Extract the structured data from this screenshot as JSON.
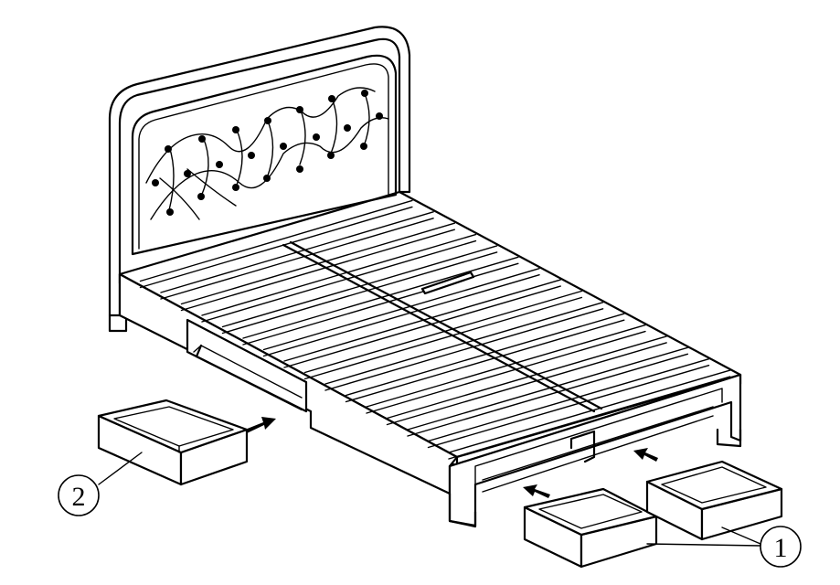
{
  "diagram": {
    "callouts": [
      {
        "id": "part-1",
        "label": "1"
      },
      {
        "id": "part-2",
        "label": "2"
      }
    ]
  },
  "colors": {
    "line": "#000000",
    "background": "#ffffff"
  }
}
